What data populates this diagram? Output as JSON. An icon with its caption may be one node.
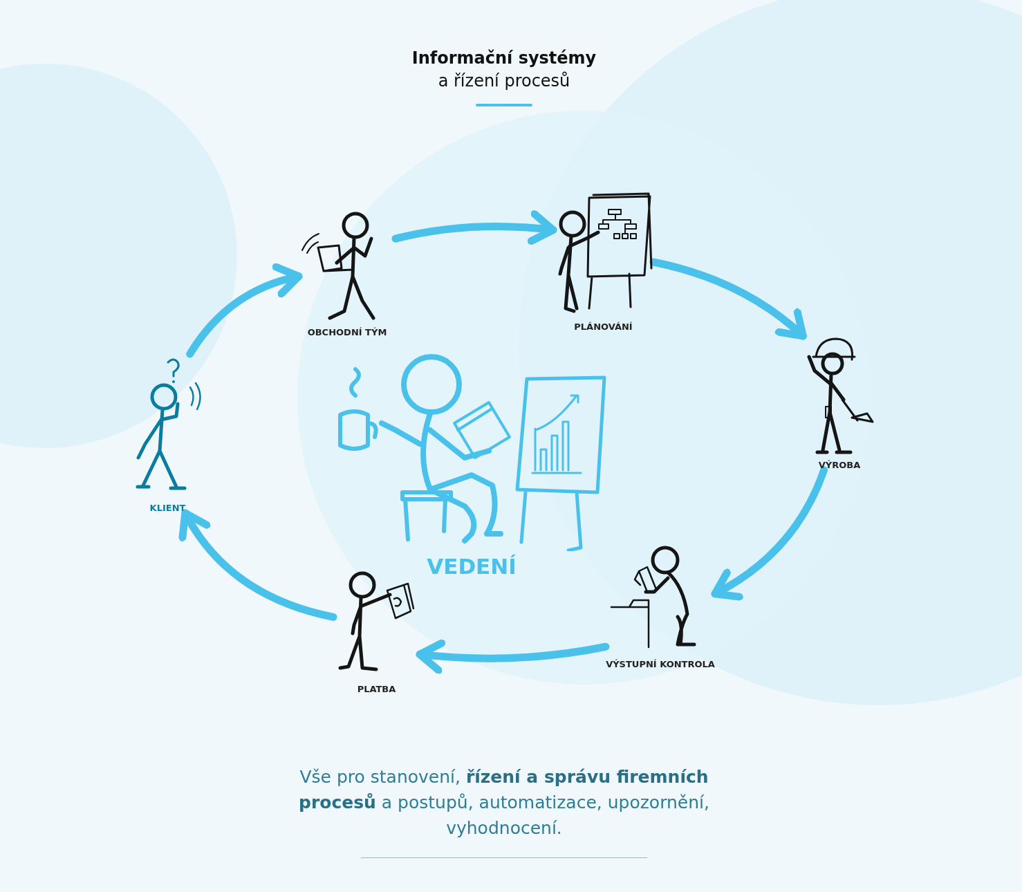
{
  "diagram": {
    "title": "**Informační systémy** a řízení procesů",
    "caption": "Vše pro stanovení, **řízení a správu firemních procesů** a postupů, automatizace, upozornění, vyhodnocení.",
    "nodes": [
      {
        "text": [
          "KLIENT"
        ]
      },
      {
        "text": [
          "OBCHODNÍ TÝM"
        ]
      },
      {
        "text": [
          "PLÁNOVÁNÍ"
        ]
      },
      {
        "text": [
          "VÝROBA"
        ]
      },
      {
        "text": [
          "VÝSTUPNÍ KONTROLA"
        ]
      },
      {
        "text": [
          "PLATBA"
        ]
      },
      {
        "text": [
          "VEDENÍ"
        ]
      }
    ],
    "edges": [
      {
        "from": 0,
        "to": 1,
        "arrow": "to"
      },
      {
        "from": 1,
        "to": 2,
        "arrow": "to"
      },
      {
        "from": 2,
        "to": 3,
        "arrow": "to"
      },
      {
        "from": 3,
        "to": 4,
        "arrow": "to"
      },
      {
        "from": 4,
        "to": 5,
        "arrow": "to"
      },
      {
        "from": 5,
        "to": 0,
        "arrow": "to"
      }
    ]
  }
}
